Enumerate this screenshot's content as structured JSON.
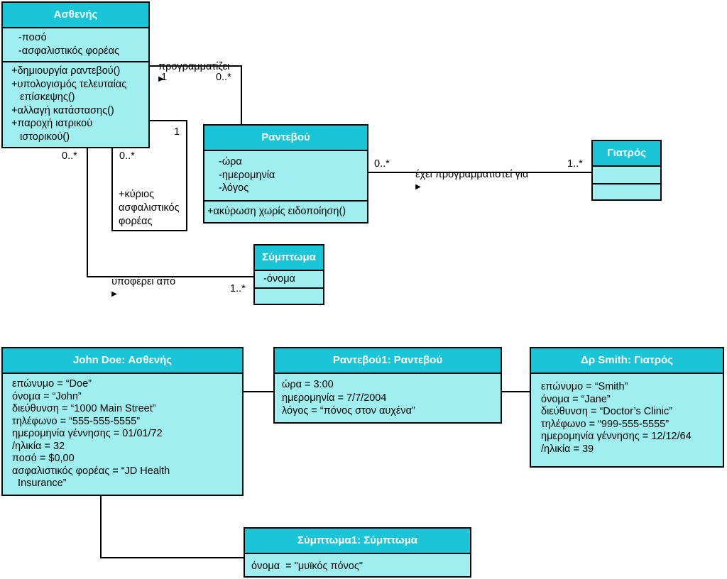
{
  "class_diagram": {
    "patient": {
      "name": "Ασθενής",
      "attributes": [
        "-ποσό",
        "-ασφαλιστικός φορέας"
      ],
      "operations": [
        "+δημιουργία ραντεβού()",
        "+υπολογισμός τελευταίας",
        "   επίσκεψης()",
        "+αλλαγή κατάστασης()",
        "+παροχή ιατρικού",
        "   ιστορικού()"
      ]
    },
    "appointment": {
      "name": "Ραντεβού",
      "attributes": [
        "-ώρα",
        "-ημερομηνία",
        "-λόγος"
      ],
      "operations": [
        "+ακύρωση χωρίς ειδοποίηση()"
      ]
    },
    "doctor": {
      "name": "Γιατρός"
    },
    "symptom": {
      "name": "Σύμπτωμα",
      "attributes": [
        "-όνομα"
      ]
    },
    "associations": {
      "schedules": {
        "label": "προγραμματίζει",
        "mult_patient": "1",
        "mult_appointment": "0..*"
      },
      "scheduled_for": {
        "label": "έχει προγραμματιστεί για",
        "mult_appointment": "0..*",
        "mult_doctor": "1..*"
      },
      "primary_insurer": {
        "label_lines": [
          "+κύριος",
          "ασφαλιστικός",
          "φορέας"
        ],
        "mult_one": "1",
        "mult_many": "0..*"
      },
      "suffers_from": {
        "label": "υποφέρει από",
        "mult_patient": "0..*",
        "mult_symptom": "1..*"
      },
      "direction_marker": "▶"
    }
  },
  "object_diagram": {
    "john_doe": {
      "title": "John Doe: Ασθενής",
      "values": [
        "επώνυμο = “Doe”",
        "όνομα = “John”",
        "διεύθυνση = “1000 Main Street”",
        "τηλέφωνο = “555-555-5555”",
        "ημερομηνία γέννησης = 01/01/72",
        "/ηλικία = 32",
        "ποσό = $0,00",
        "ασφαλιστικός φορέας = “JD Health",
        "  Insurance”"
      ]
    },
    "appointment1": {
      "title": "Ραντεβού1: Ραντεβού",
      "values": [
        "ώρα = 3:00",
        "ημερομηνία = 7/7/2004",
        "λόγος = “πόνος στον αυχένα”"
      ]
    },
    "dr_smith": {
      "title": "Δρ Smith: Γιατρός",
      "values": [
        "επώνυμο = “Smith”",
        "όνομα = “Jane”",
        "διεύθυνση = “Doctor’s Clinic”",
        "τηλέφωνο = “999-555-5555”",
        "ημερομηνία γέννησης = 12/12/64",
        "/ηλικία = 39"
      ]
    },
    "symptom1": {
      "title": "Σύμπτωμα1: Σύμπτωμα",
      "values": [
        "όνομα  = \"μυϊκός πόνος\""
      ]
    }
  }
}
